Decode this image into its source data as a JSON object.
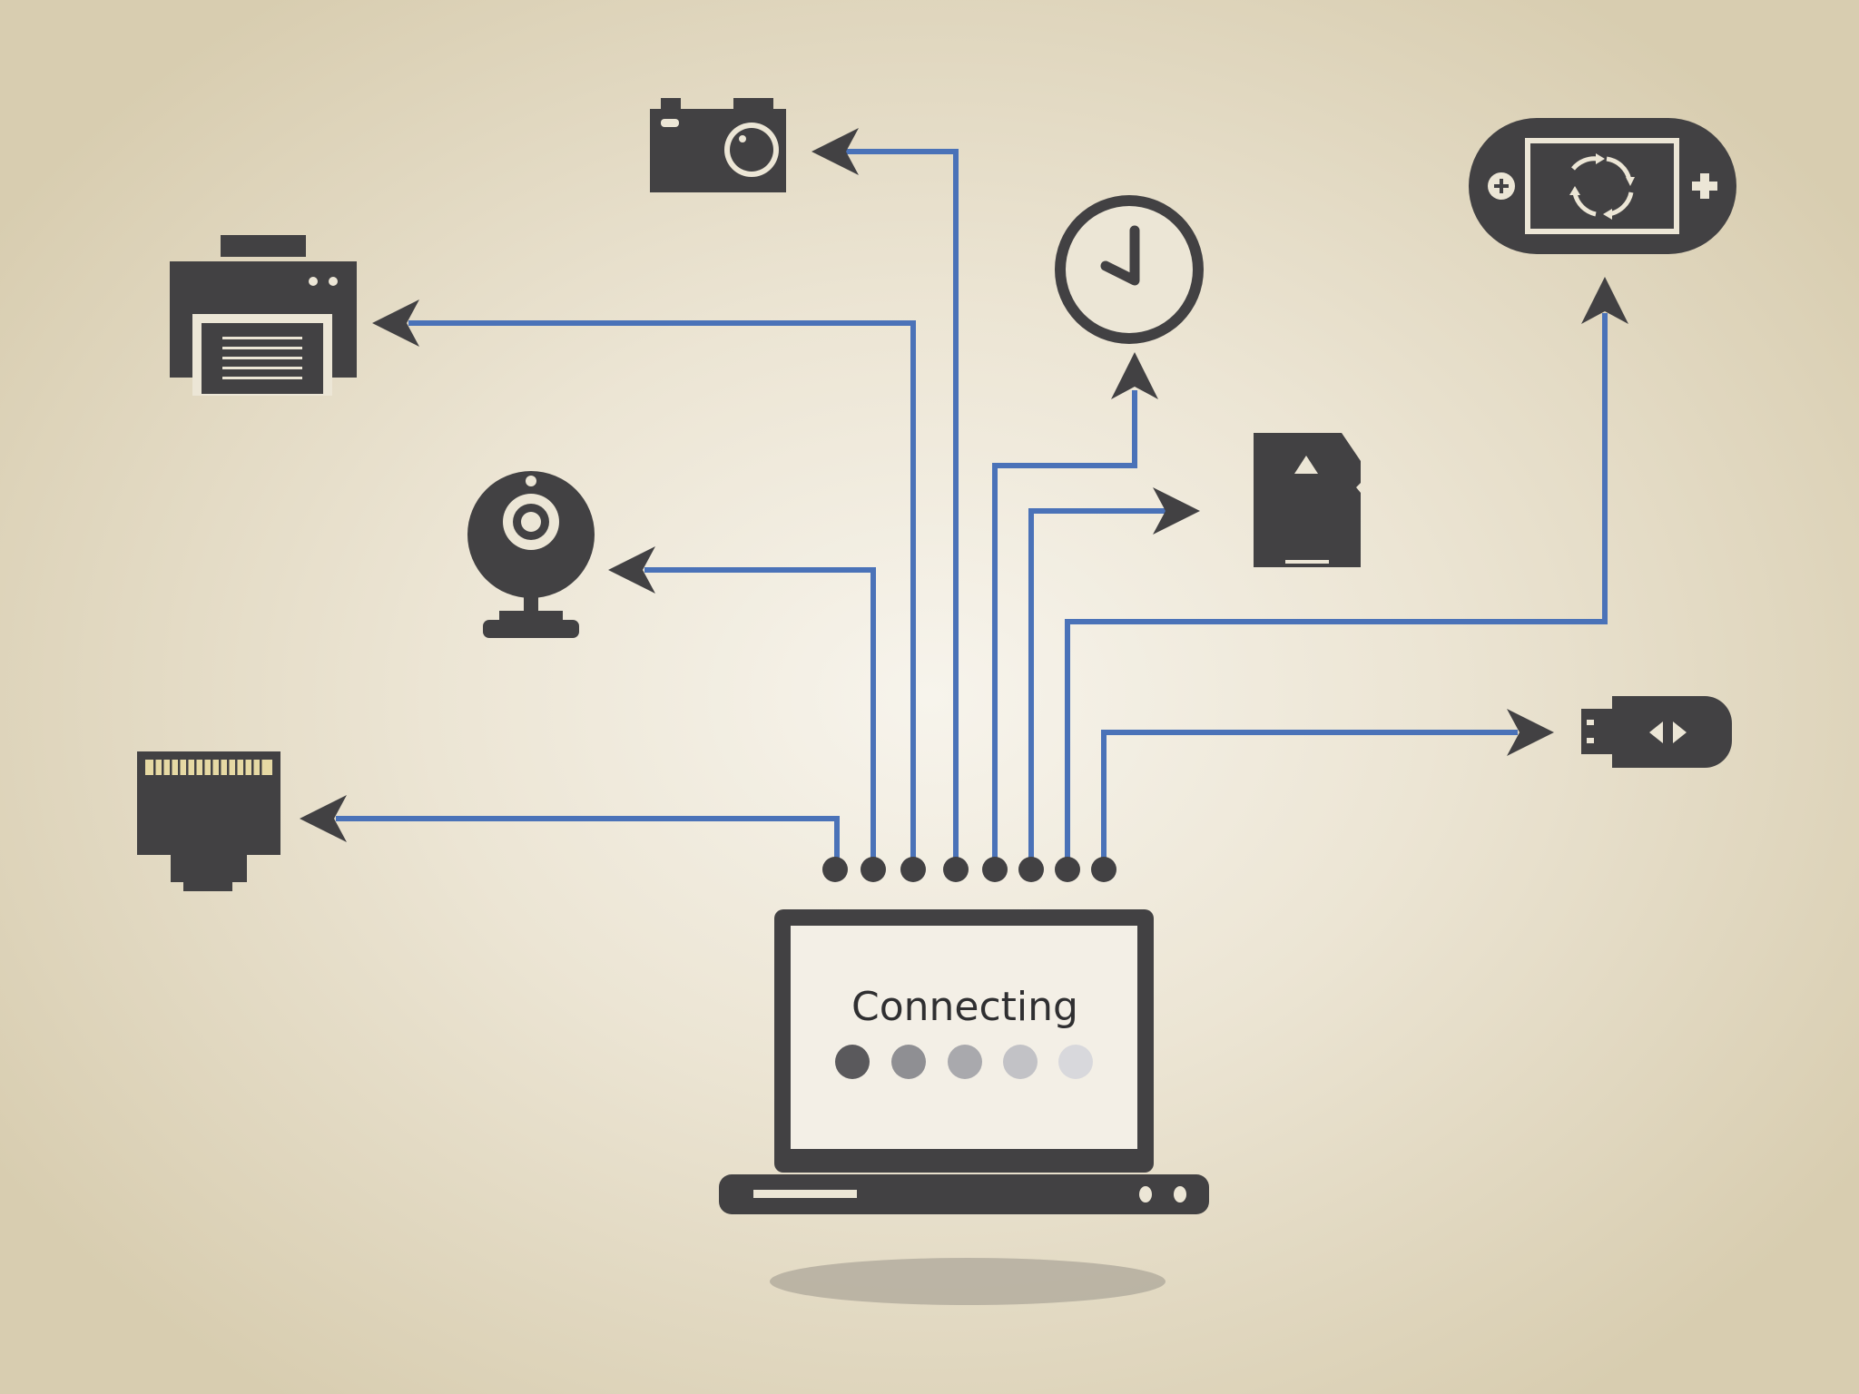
{
  "laptop": {
    "status_text": "Connecting",
    "progress_dots": [
      {
        "color": "#5a595c"
      },
      {
        "color": "#8f8f93"
      },
      {
        "color": "#a9a9ad"
      },
      {
        "color": "#c2c2c6"
      },
      {
        "color": "#d8d8dc"
      }
    ]
  },
  "devices": [
    {
      "name": "ethernet-port",
      "icon": "ethernet-port-icon"
    },
    {
      "name": "webcam",
      "icon": "webcam-icon"
    },
    {
      "name": "printer",
      "icon": "printer-icon"
    },
    {
      "name": "camera",
      "icon": "camera-icon"
    },
    {
      "name": "clock",
      "icon": "clock-icon"
    },
    {
      "name": "sd-card",
      "icon": "sd-card-icon"
    },
    {
      "name": "handheld-console",
      "icon": "game-console-icon"
    },
    {
      "name": "usb-drive",
      "icon": "usb-drive-icon"
    }
  ],
  "colors": {
    "icon": "#424143",
    "wire": "#4a72b8",
    "background_center": "#f7f4ec",
    "background_edge": "#d8cdb0"
  }
}
